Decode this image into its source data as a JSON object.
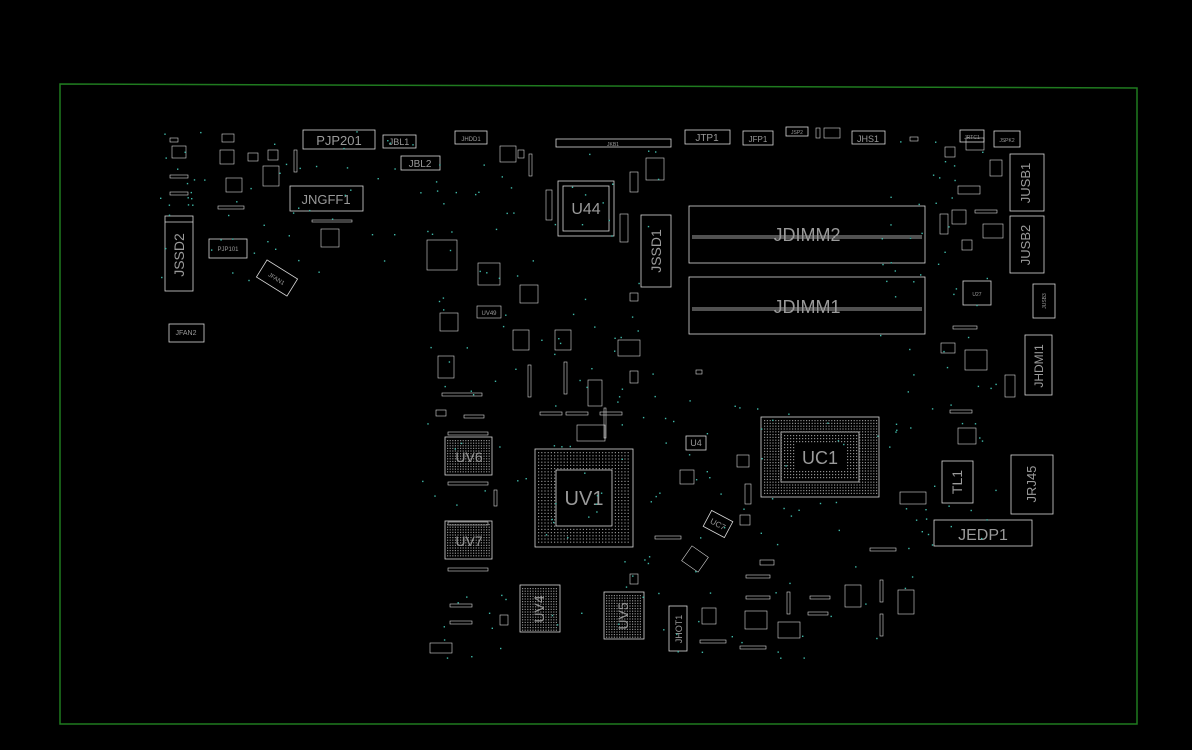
{
  "board": {
    "outline_color": "#1f7a1f",
    "silk_color": "#d8d8d8",
    "via_color": "#3fb8a8"
  },
  "labels": {
    "pjp201": "PJP201",
    "jbl1": "JBL1",
    "jbl2": "JBL2",
    "jhdd1": "JHDD1",
    "jkb1": "JKB1",
    "jtp1": "JTP1",
    "jfp1": "JFP1",
    "jsp2": "JSP2",
    "jhs1": "JHS1",
    "jrtc1": "JRTC1",
    "jspk2": "JSPK2",
    "jngff1": "JNGFF1",
    "jssd2": "JSSD2",
    "pjp101": "PJP101",
    "jfan1": "JFAN1",
    "jfan2": "JFAN2",
    "u44": "U44",
    "jssd1": "JSSD1",
    "jdimm2": "JDIMM2",
    "jdimm1": "JDIMM1",
    "jusb1": "JUSB1",
    "jusb2": "JUSB2",
    "jhdmi1": "JHDMI1",
    "uv49": "UV49",
    "uv6": "UV6",
    "uv7": "UV7",
    "uv1": "UV1",
    "u4": "U4",
    "uc1": "UC1",
    "tl1": "TL1",
    "jrj45": "JRJ45",
    "jedp1": "JEDP1",
    "uc7": "UC7",
    "uv4": "UV4",
    "uv5": "UV5",
    "jhot1": "JHOT1",
    "jusb3": "JUSB3",
    "u27": "U27"
  }
}
